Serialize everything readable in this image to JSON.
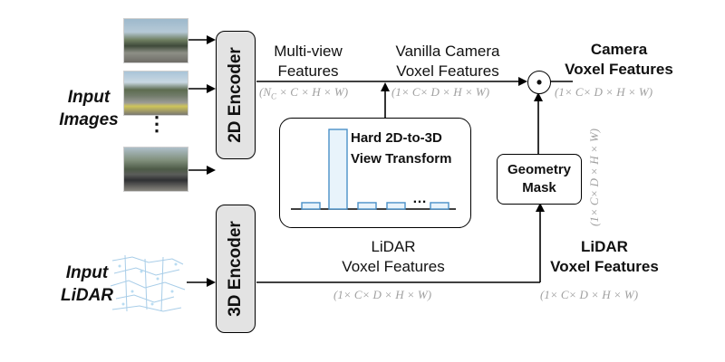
{
  "inputs": {
    "images_label": "Input\nImages",
    "lidar_label": "Input\nLiDAR",
    "vertical_ellipsis": "⋮"
  },
  "encoders": {
    "image": "2D Encoder",
    "lidar": "3D Encoder"
  },
  "features": {
    "multiview": {
      "label": "Multi-view\nFeatures",
      "dims": "(N_C × C × H × W)"
    },
    "vanilla_camera": {
      "label": "Vanilla Camera\nVoxel Features",
      "dims": "(1× C× D × H × W)"
    },
    "camera_voxel": {
      "label": "Camera\nVoxel Features",
      "dims": "(1× C× D × H × W)"
    },
    "lidar_mid": {
      "label": "LiDAR\nVoxel Features",
      "dims": "(1× C× D × H × W)"
    },
    "lidar_out": {
      "label": "LiDAR\nVoxel Features",
      "dims": "(1× C× D × H × W)"
    },
    "mask_dims": "(1× C× D × H × W)"
  },
  "transform": {
    "title": "Hard 2D-to-3D\nView Transform",
    "ellipsis": "…",
    "bar_levels": [
      0.08,
      1.0,
      0.08,
      0.08,
      0.08
    ]
  },
  "geometry_mask": "Geometry\nMask",
  "dot_operator": "⊙",
  "colors": {
    "encoder_fill": "#e3e3e3",
    "bar_fill": "#e8f3fb",
    "bar_stroke": "#4a90c8",
    "dims_text": "#a0a0a0"
  }
}
